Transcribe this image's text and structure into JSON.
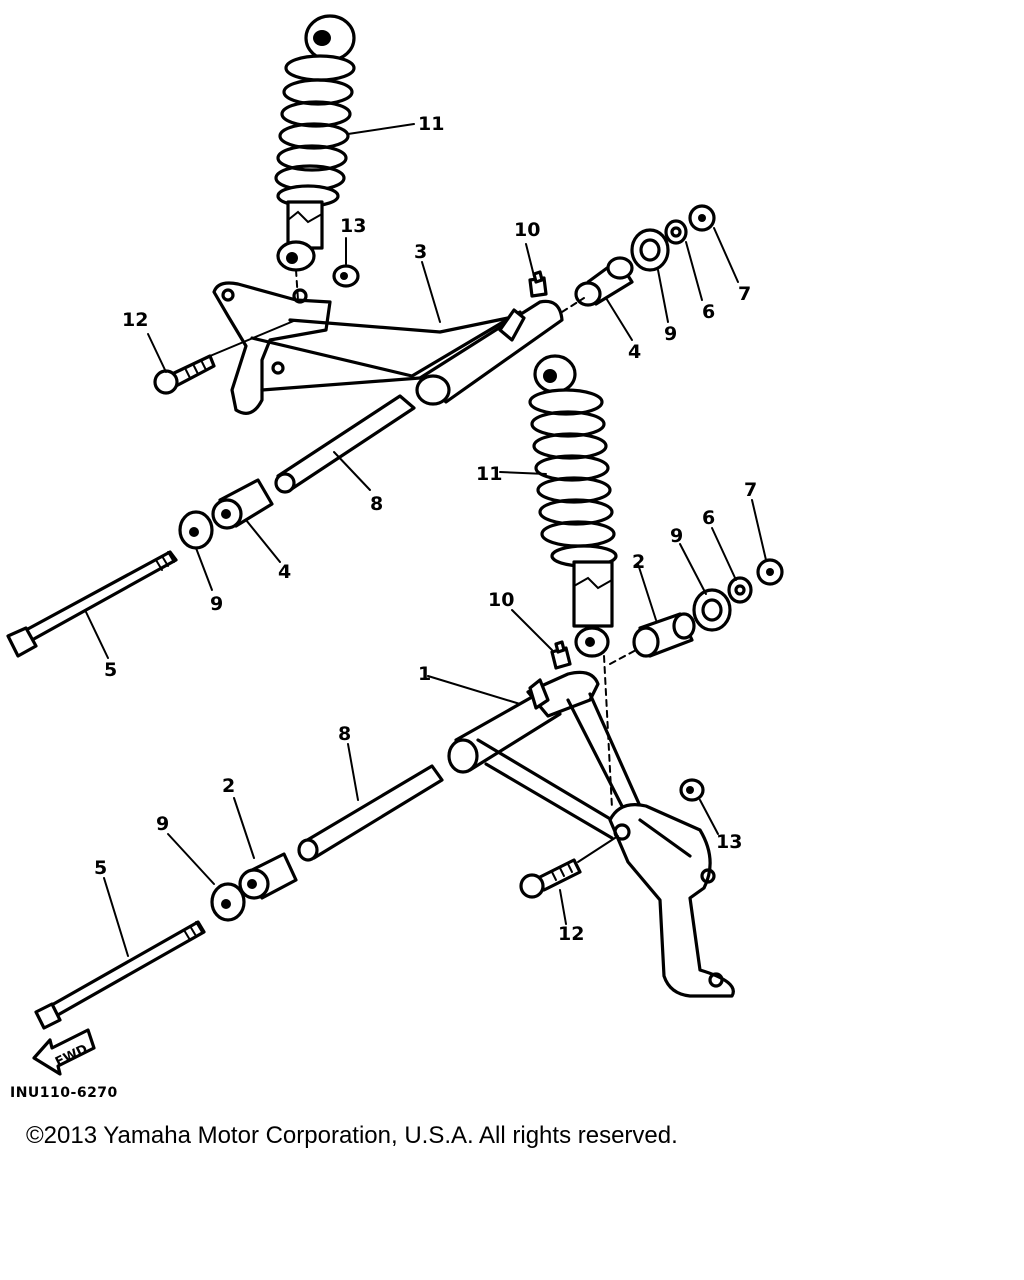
{
  "callouts": {
    "c1": "1",
    "c2a": "2",
    "c2b": "2",
    "c3": "3",
    "c4a": "4",
    "c4b": "4",
    "c5a": "5",
    "c5b": "5",
    "c6a": "6",
    "c6b": "6",
    "c7a": "7",
    "c7b": "7",
    "c8a": "8",
    "c8b": "8",
    "c9a": "9",
    "c9b": "9",
    "c9c": "9",
    "c9d": "9",
    "c10a": "10",
    "c10b": "10",
    "c11a": "11",
    "c11b": "11",
    "c12a": "12",
    "c12b": "12",
    "c13a": "13",
    "c13b": "13"
  },
  "fwd_label": "FWD",
  "figure_code": "INU110-6270",
  "copyright": "©2013 Yamaha Motor Corporation, U.S.A. All rights reserved."
}
